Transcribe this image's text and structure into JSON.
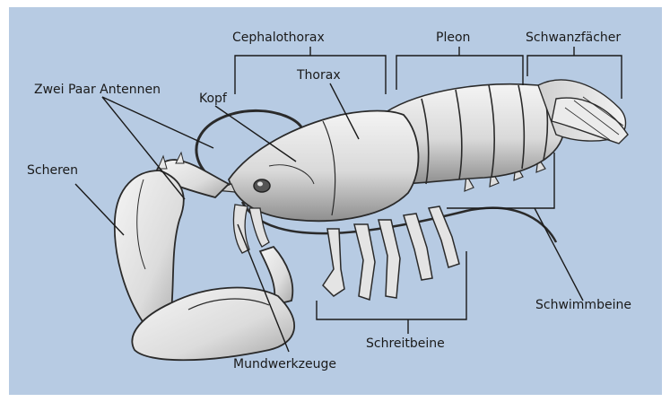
{
  "labels": {
    "cephalothorax": "Cephalothorax",
    "pleon": "Pleon",
    "schwanzfaecher": "Schwanzfächer",
    "antennen": "Zwei Paar Antennen",
    "thorax": "Thorax",
    "kopf": "Kopf",
    "scheren": "Scheren",
    "schwimmbeine": "Schwimmbeine",
    "schreitbeine": "Schreitbeine",
    "mundwerkzeuge": "Mundwerkzeuge"
  },
  "colors": {
    "background": "#b7cbe3",
    "body_fill": "#e9e9e9",
    "body_shade": "#9a9a9a",
    "outline": "#2a2a2a",
    "leader": "#1a1a1a"
  }
}
